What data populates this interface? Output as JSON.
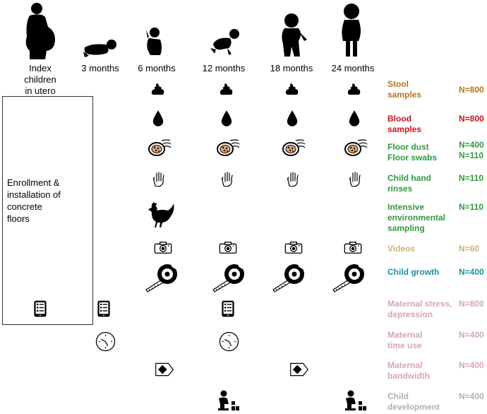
{
  "timepoints": [
    "Index children\nin utero",
    "3 months",
    "6 months",
    "12 months",
    "18 months",
    "24 months"
  ],
  "enrollment": "Enrollment &\ninstallation of\nconcrete\nfloors",
  "rows": [
    {
      "label": "Stool\nsamples",
      "n": "N=800",
      "color": "#b8741a",
      "icon": "stool-icon"
    },
    {
      "label": "Blood\nsamples",
      "n": "N=800",
      "color": "#d0101a",
      "icon": "blood-drop-icon"
    },
    {
      "label": "Floor dust\nFloor swabs",
      "n": "N=400\nN=110",
      "color": "#2e9a3e",
      "icon": "sponge-icon"
    },
    {
      "label": "Child hand\nrinses",
      "n": "N=110",
      "color": "#2e9a3e",
      "icon": "hand-icon"
    },
    {
      "label": "Intensive\nenvironmental\nsampling",
      "n": "N=110",
      "color": "#2e9a3e",
      "icon": "chicken-icon"
    },
    {
      "label": "Videos",
      "n": "N=60",
      "color": "#c9b27a",
      "icon": "camera-icon"
    },
    {
      "label": "Child growth",
      "n": "N=400",
      "color": "#1f8fa3",
      "icon": "tape-measure-icon"
    },
    {
      "label": "Maternal stress,\ndepression",
      "n": "N=800",
      "color": "#d4a6b3",
      "icon": "tablet-icon"
    },
    {
      "label": "Maternal\ntime use",
      "n": "N=400",
      "color": "#d4a6b3",
      "icon": "clock-icon"
    },
    {
      "label": "Maternal\nbandwidth",
      "n": "N=400",
      "color": "#d4a6b3",
      "icon": "tag-icon"
    },
    {
      "label": "Child\ndevelopment",
      "n": "N=400",
      "color": "#b0b0b0",
      "icon": "child-blocks-icon"
    }
  ]
}
